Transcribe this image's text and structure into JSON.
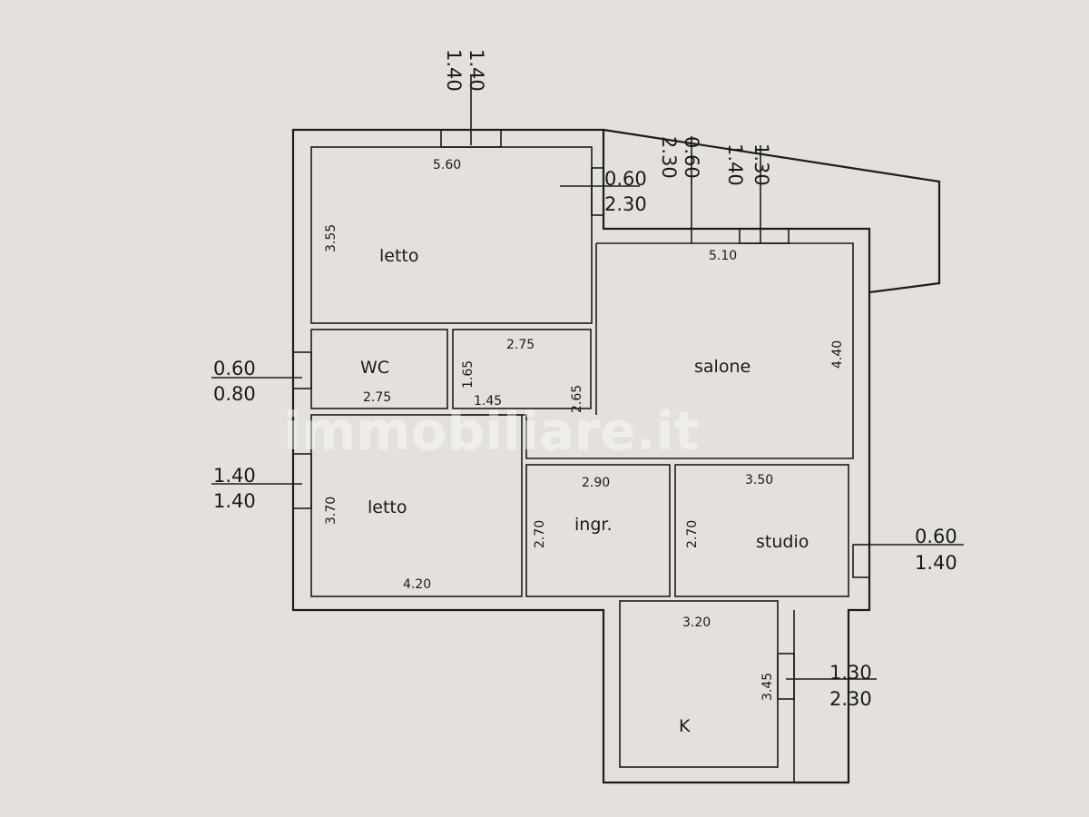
{
  "watermark": "immobiliare.it",
  "rooms": {
    "letto_top": {
      "label": "letto",
      "width": "5.60",
      "height": "3.55"
    },
    "wc": {
      "label": "WC",
      "width": "2.75"
    },
    "closet": {
      "width": "2.75",
      "height": "1.65",
      "corridor_width": "1.45",
      "corridor_height": "2.65"
    },
    "salone": {
      "label": "salone",
      "width": "5.10",
      "height": "4.40"
    },
    "letto_bottom": {
      "label": "letto",
      "width": "4.20",
      "height": "3.70"
    },
    "ingresso": {
      "label": "ingr.",
      "width": "2.90",
      "height": "2.70"
    },
    "studio": {
      "label": "studio",
      "width": "3.50",
      "height": "2.70"
    },
    "kitchen": {
      "label": "K",
      "width": "3.20",
      "height": "3.45"
    }
  },
  "openings": {
    "top_window": {
      "a": "1.40",
      "b": "1.40"
    },
    "letto_right": {
      "a": "0.60",
      "b": "2.30"
    },
    "terrace_1": {
      "a": "2.30",
      "b": "0.60"
    },
    "terrace_2": {
      "a": "1.40",
      "b": "1.30"
    },
    "wc_left": {
      "a": "0.60",
      "b": "0.80"
    },
    "letto_left": {
      "a": "1.40",
      "b": "1.40"
    },
    "studio_right": {
      "a": "0.60",
      "b": "1.40"
    },
    "kitchen_right": {
      "a": "1.30",
      "b": "2.30"
    }
  }
}
